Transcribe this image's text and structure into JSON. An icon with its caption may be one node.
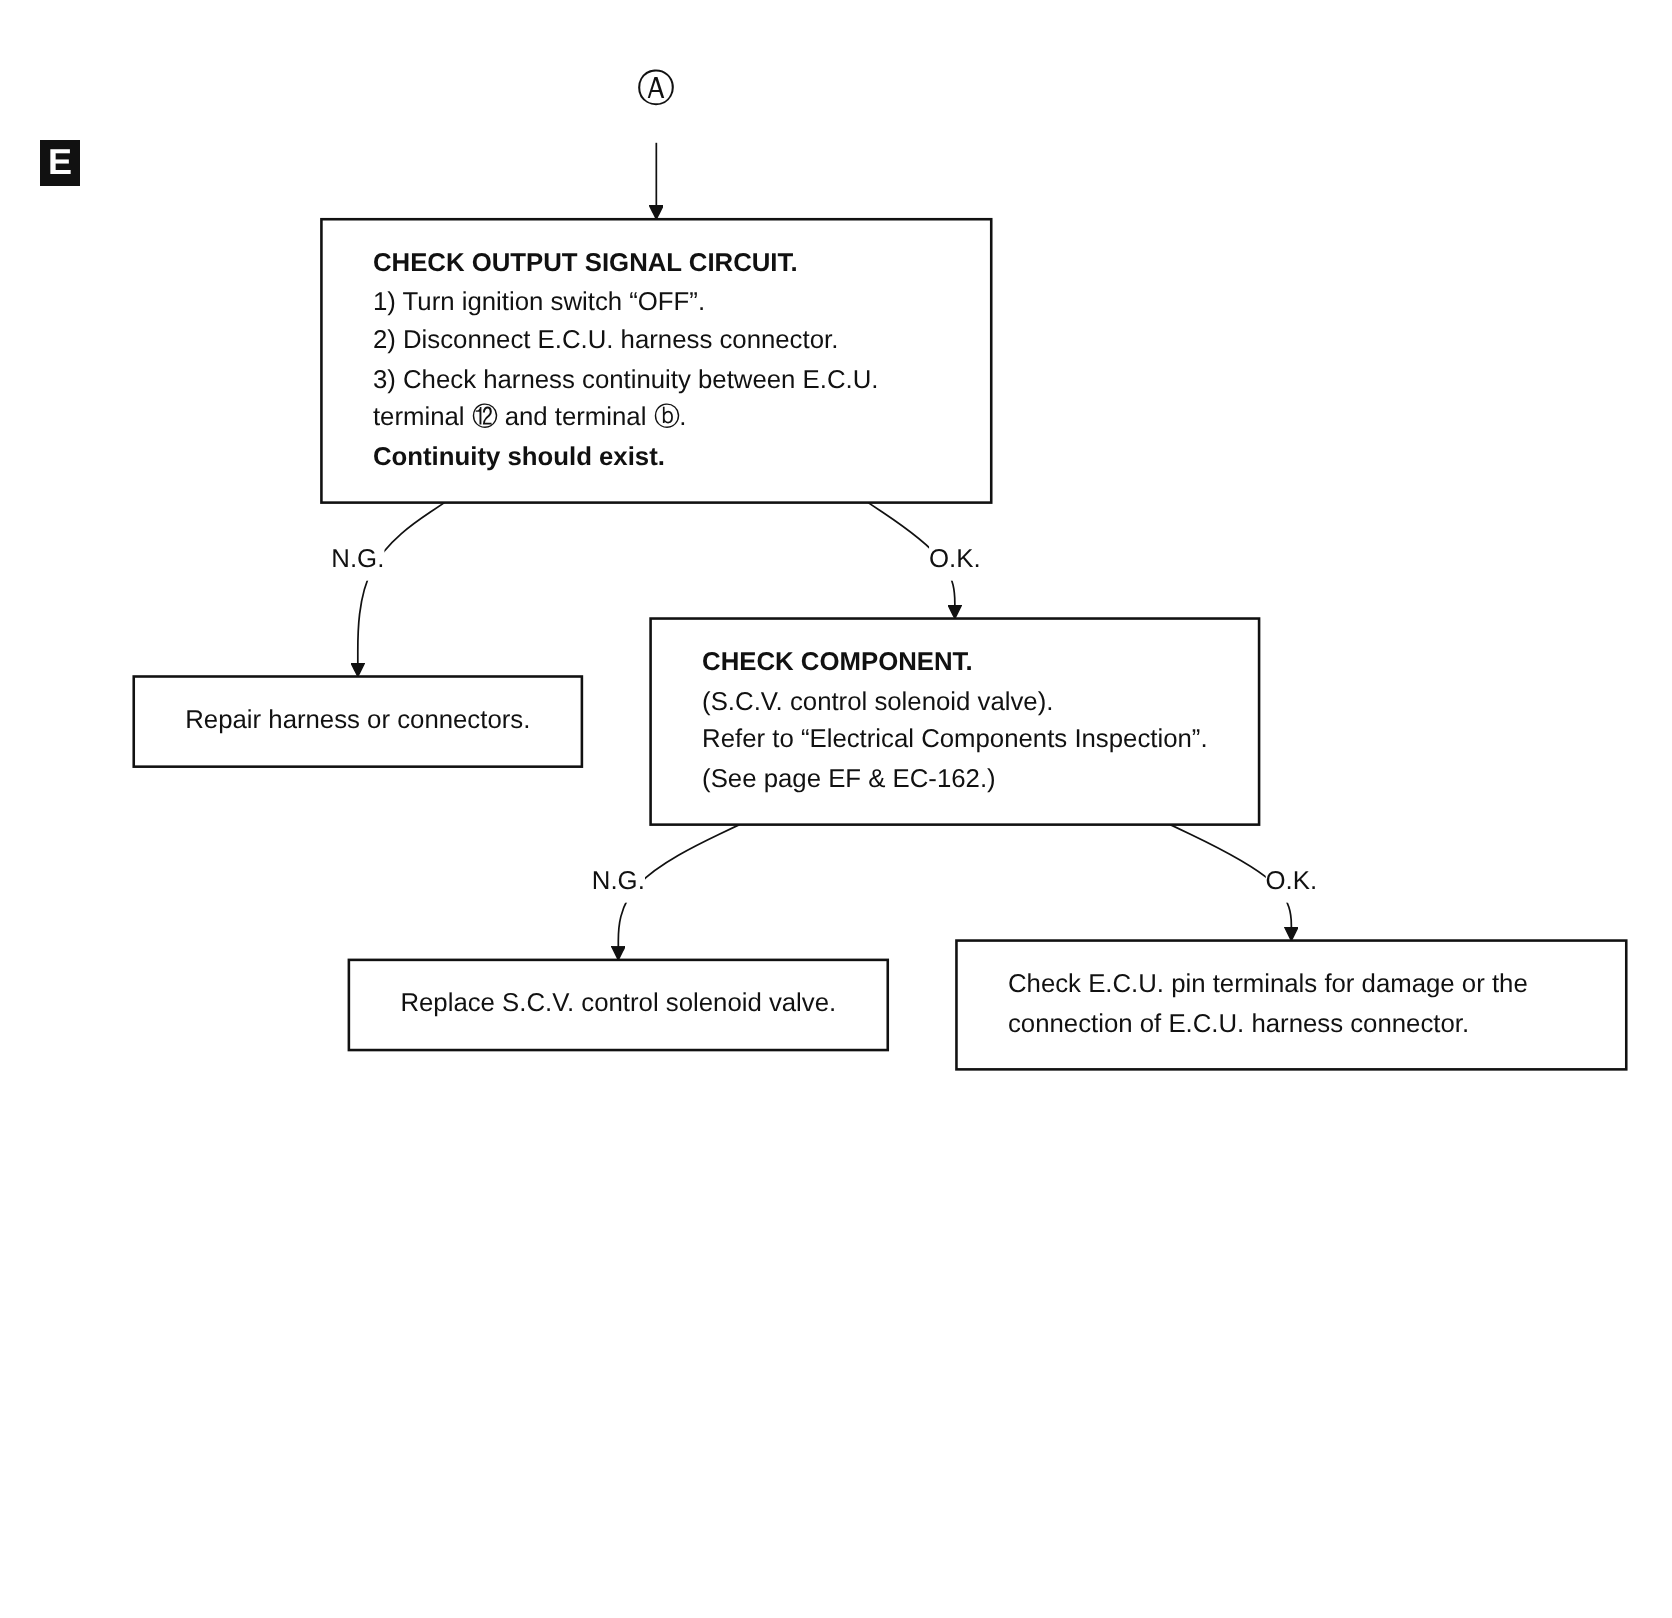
{
  "diagram": {
    "nodes": [
      {
        "text": [
          "Ⓐ"
        ]
      },
      {
        "text": [
          "CHECK OUTPUT SIGNAL CIRCUIT.",
          "1) Turn ignition switch “OFF”.",
          "2) Disconnect E.C.U. harness connector.",
          "3) Check harness continuity between E.C.U. terminal ⑫ and terminal ⓑ.",
          "Continuity should exist."
        ]
      },
      {
        "text": [
          "Repair harness or connectors."
        ]
      },
      {
        "text": [
          "CHECK COMPONENT.",
          "(S.C.V. control solenoid valve).",
          "Refer to “Electrical Components Inspection”.",
          "(See page EF & EC-162.)"
        ]
      },
      {
        "text": [
          "Replace S.C.V. control solenoid valve."
        ]
      },
      {
        "text": [
          "Check E.C.U. pin terminals for damage or the connection of E.C.U. harness connector."
        ]
      }
    ],
    "edges": [
      {
        "from": 0,
        "to": 1,
        "arrow": "to"
      },
      {
        "from": 1,
        "to": 2,
        "label": "N.G.",
        "arrow": "to"
      },
      {
        "from": 1,
        "to": 3,
        "label": "O.K.",
        "arrow": "to"
      },
      {
        "from": 3,
        "to": 4,
        "label": "N.G.",
        "arrow": "to"
      },
      {
        "from": 3,
        "to": 5,
        "label": "O.K.",
        "arrow": "to"
      }
    ],
    "labels": [
      "E"
    ]
  }
}
